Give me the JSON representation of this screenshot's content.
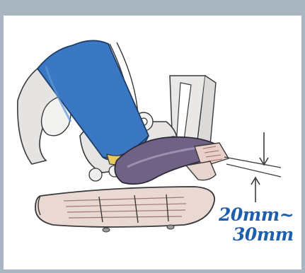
{
  "illustration": {
    "measurement": {
      "line_1": "20mm~",
      "line_2": "30mm"
    },
    "icons": [
      "foot-on-pedal-illustration",
      "gap-arrow-icon"
    ],
    "colors": {
      "header_bar": "#a9b5c0",
      "trouser_blue": "#3b78c4",
      "shoe_purple": "#6f6284",
      "label_blue": "#1d5fae",
      "pedal_pink": "#e8cfc9",
      "outline": "#3a3a3a"
    }
  }
}
